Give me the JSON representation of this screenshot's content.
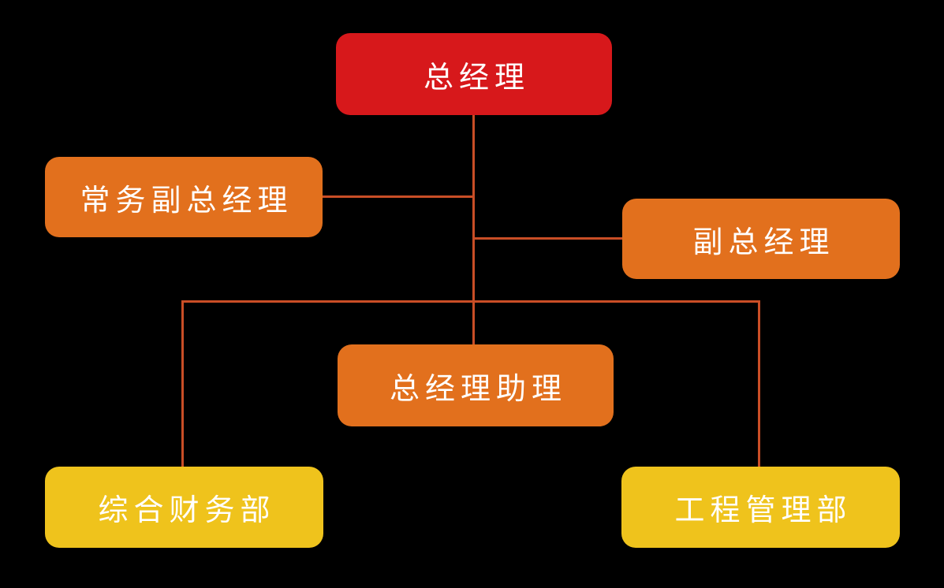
{
  "diagram": {
    "type": "org-chart",
    "background_color": "#000000",
    "line_color": "#C94E26",
    "text_color": "#FFFFFF",
    "nodes": [
      {
        "id": "general-manager",
        "label": "总经理",
        "level": 1,
        "color": "#D7181B"
      },
      {
        "id": "executive-deputy-general-manager",
        "label": "常务副总经理",
        "level": 2,
        "color": "#E2701D"
      },
      {
        "id": "deputy-general-manager",
        "label": "副总经理",
        "level": 2,
        "color": "#E2701D"
      },
      {
        "id": "general-manager-assistant",
        "label": "总经理助理",
        "level": 3,
        "color": "#E2701D"
      },
      {
        "id": "finance-department",
        "label": "综合财务部",
        "level": 4,
        "color": "#EFC31C"
      },
      {
        "id": "engineering-department",
        "label": "工程管理部",
        "level": 4,
        "color": "#EFC31C"
      }
    ],
    "edges": [
      {
        "from": "general-manager",
        "to": "executive-deputy-general-manager"
      },
      {
        "from": "general-manager",
        "to": "deputy-general-manager"
      },
      {
        "from": "general-manager",
        "to": "general-manager-assistant"
      },
      {
        "from": "general-manager",
        "to": "finance-department"
      },
      {
        "from": "general-manager",
        "to": "engineering-department"
      }
    ]
  }
}
